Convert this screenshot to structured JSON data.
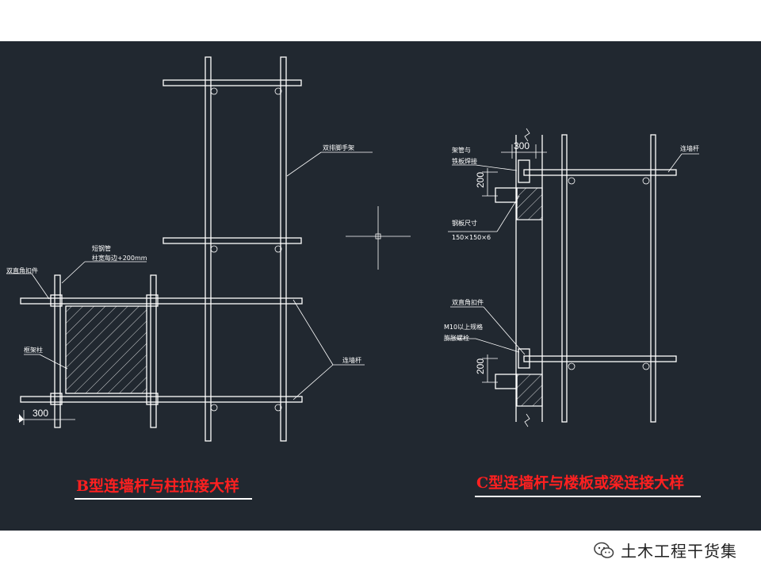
{
  "left_detail": {
    "title": "B型连墙杆与柱拉接大样",
    "labels": {
      "double_fastener": "双直角扣件",
      "short_tube": "短钢管",
      "short_tube_len": "柱宽每边+200mm",
      "frame_column": "框架柱",
      "double_pole_scaffold": "双排脚手架",
      "wall_tie": "连墙杆"
    },
    "dim_300": "300"
  },
  "right_detail": {
    "title": "C型连墙杆与楼板或梁连接大样",
    "labels": {
      "frame_tube": "架管与",
      "plate_weld": "铁板焊接",
      "steel_plate_size": "钢板尺寸",
      "plate_dims": "150×150×6",
      "double_fastener": "双直角扣件",
      "anchor": "M10以上规格",
      "expansion_bolt": "膨胀螺栓",
      "wall_tie": "连墙杆"
    },
    "dim_300": "300",
    "dim_200_top": "200",
    "dim_200_bottom": "200"
  },
  "footer": {
    "brand": "土木工程干货集",
    "icon": "wechat-icon"
  },
  "colors": {
    "background": "#212830",
    "lines": "#ffffff",
    "titles": "#ff2020"
  }
}
